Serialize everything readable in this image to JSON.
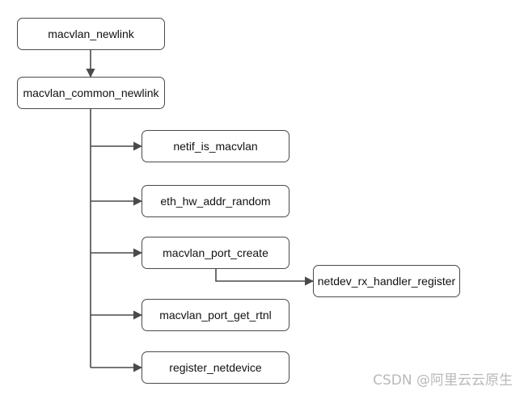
{
  "nodes": {
    "newlink": "macvlan_newlink",
    "common_newlink": "macvlan_common_newlink",
    "netif_is_macvlan": "netif_is_macvlan",
    "eth_hw_addr_random": "eth_hw_addr_random",
    "port_create": "macvlan_port_create",
    "rx_handler_register": "netdev_rx_handler_register",
    "port_get_rtnl": "macvlan_port_get_rtnl",
    "register_netdevice": "register_netdevice"
  },
  "edges": [
    {
      "from": "newlink",
      "to": "common_newlink"
    },
    {
      "from": "common_newlink",
      "to": "netif_is_macvlan"
    },
    {
      "from": "common_newlink",
      "to": "eth_hw_addr_random"
    },
    {
      "from": "common_newlink",
      "to": "port_create"
    },
    {
      "from": "port_create",
      "to": "rx_handler_register"
    },
    {
      "from": "common_newlink",
      "to": "port_get_rtnl"
    },
    {
      "from": "common_newlink",
      "to": "register_netdevice"
    }
  ],
  "colors": {
    "line": "#4a4a4a",
    "border": "#4a4a4a",
    "text": "#111111",
    "watermark": "#b9b9b9"
  },
  "watermark": "CSDN @阿里云云原生"
}
